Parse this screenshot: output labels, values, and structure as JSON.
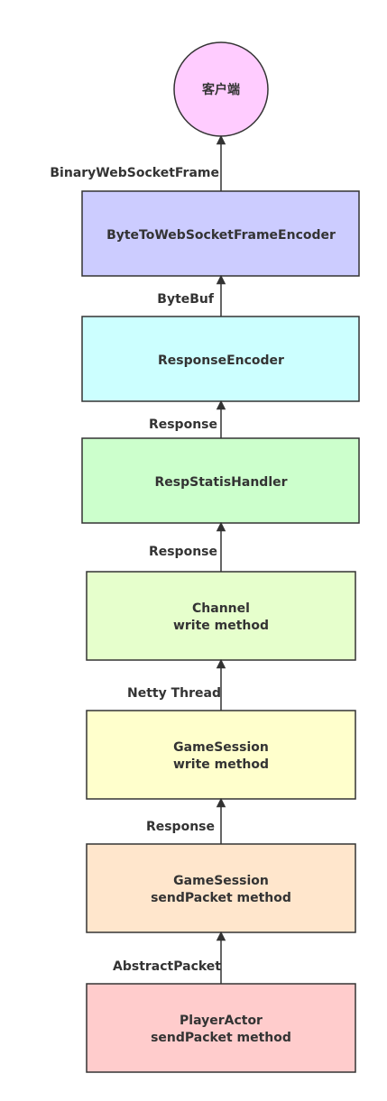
{
  "diagram": {
    "client": {
      "label": "客户端",
      "fill": "#ffccff"
    },
    "boxes": [
      {
        "key": "encoder",
        "lines": [
          "ByteToWebSocketFrameEncoder"
        ],
        "fill": "#ccccff"
      },
      {
        "key": "response-encoder",
        "lines": [
          "ResponseEncoder"
        ],
        "fill": "#ccffff"
      },
      {
        "key": "resp-statis",
        "lines": [
          "RespStatisHandler"
        ],
        "fill": "#ccffcc"
      },
      {
        "key": "channel",
        "lines": [
          "Channel",
          "write method"
        ],
        "fill": "#e6ffcc"
      },
      {
        "key": "game-session-write",
        "lines": [
          "GameSession",
          "write method"
        ],
        "fill": "#ffffcc"
      },
      {
        "key": "game-session-send",
        "lines": [
          "GameSession",
          "sendPacket method"
        ],
        "fill": "#ffe6cc"
      },
      {
        "key": "player-actor",
        "lines": [
          "PlayerActor",
          "sendPacket method"
        ],
        "fill": "#ffcccc"
      }
    ],
    "edges": [
      {
        "label": "BinaryWebSocketFrame"
      },
      {
        "label": "ByteBuf"
      },
      {
        "label": "Response"
      },
      {
        "label": "Response"
      },
      {
        "label": "Netty Thread"
      },
      {
        "label": "Response"
      },
      {
        "label": "AbstractPacket"
      }
    ],
    "colors": {
      "stroke": "#333333",
      "text": "#333333"
    }
  }
}
